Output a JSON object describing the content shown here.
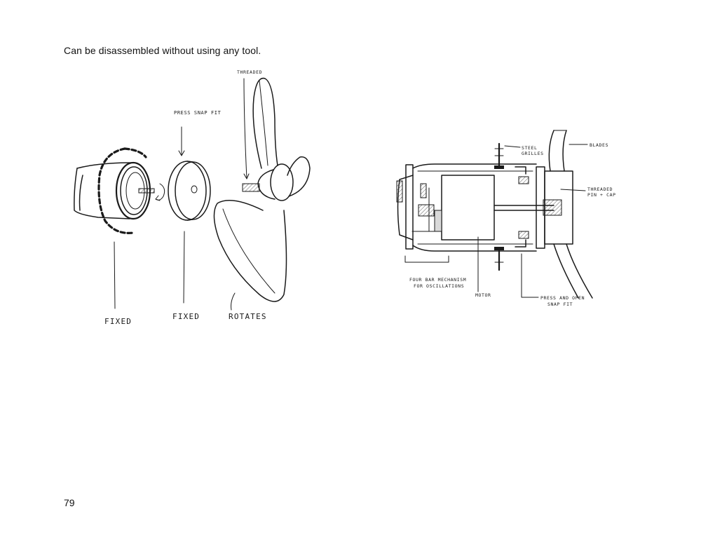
{
  "caption": "Can be disassembled without using any tool.",
  "page_number": "79",
  "exploded_view": {
    "label_threaded": "THREADED",
    "label_press_snap_fit": "PRESS SNAP FIT",
    "label_fixed_1": "FIXED",
    "label_fixed_2": "FIXED",
    "label_rotates": "ROTATES"
  },
  "section_view": {
    "label_steel_grilles_1": "STEEL",
    "label_steel_grilles_2": "GRILLES",
    "label_blades": "BLADES",
    "label_threaded_1": "THREADED",
    "label_threaded_2": "PIN + CAP",
    "label_four_bar_1": "FOUR BAR MECHANISM",
    "label_four_bar_2": "FOR OSCILLATIONS",
    "label_motor": "MOTOR",
    "label_press_open_1": "PRESS AND OPEN",
    "label_press_open_2": "SNAP FIT"
  }
}
